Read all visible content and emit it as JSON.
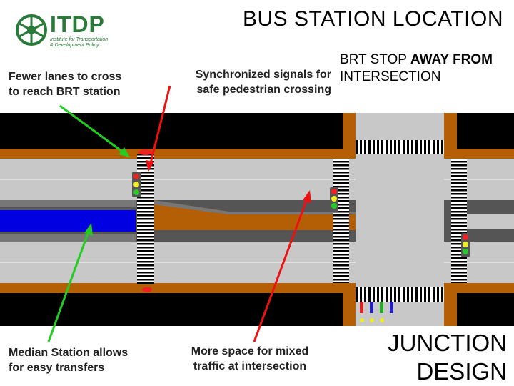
{
  "header": {
    "title": "BUS STATION LOCATION",
    "logo_text": "ITDP",
    "logo_subtitle_line1": "Institute for Transportation",
    "logo_subtitle_line2": "& Development Policy"
  },
  "annotations": {
    "brt_stop_line1_plain": "BRT STOP ",
    "brt_stop_line1_bold": "AWAY FROM",
    "brt_stop_line2": "INTERSECTION",
    "fewer_lanes_line1": "Fewer lanes to cross",
    "fewer_lanes_line2": "to reach BRT station",
    "sync_signals_line1": "Synchronized signals for",
    "sync_signals_line2": "safe pedestrian crossing",
    "median_station_line1": "Median Station allows",
    "median_station_line2": "for easy transfers",
    "more_space_line1": "More space for mixed",
    "more_space_line2": "traffic at intersection",
    "junction_line1": "JUNCTION",
    "junction_line2": "DESIGN"
  },
  "colors": {
    "road": "#000000",
    "lane": "#c8c8c8",
    "sidewalk": "#b45f06",
    "brt_lane": "#0000e0",
    "green_arrow": "#22cc22",
    "red_arrow": "#ee1111",
    "logo": "#2a7a3a"
  }
}
